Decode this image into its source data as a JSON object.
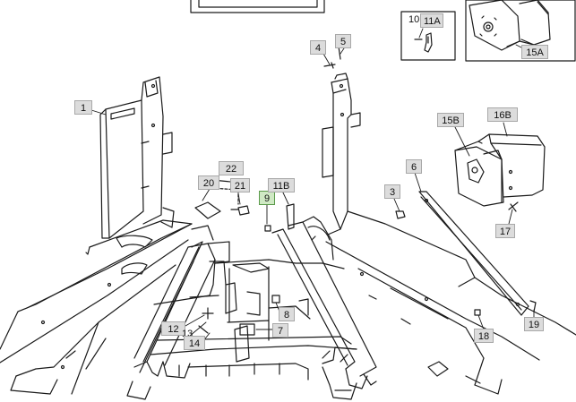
{
  "callouts": [
    {
      "id": "c1",
      "label": "1"
    },
    {
      "id": "c3",
      "label": "3"
    },
    {
      "id": "c4",
      "label": "4"
    },
    {
      "id": "c5",
      "label": "5"
    },
    {
      "id": "c6",
      "label": "6"
    },
    {
      "id": "c7",
      "label": "7"
    },
    {
      "id": "c8",
      "label": "8"
    },
    {
      "id": "c9",
      "label": "9"
    },
    {
      "id": "c10",
      "label": "10"
    },
    {
      "id": "c11A",
      "label": "11A"
    },
    {
      "id": "c11B",
      "label": "11B"
    },
    {
      "id": "c12",
      "label": "12"
    },
    {
      "id": "c13",
      "label": "13"
    },
    {
      "id": "c14",
      "label": "14"
    },
    {
      "id": "c15A",
      "label": "15A"
    },
    {
      "id": "c15B",
      "label": "15B"
    },
    {
      "id": "c16B",
      "label": "16B"
    },
    {
      "id": "c17",
      "label": "17"
    },
    {
      "id": "c18",
      "label": "18"
    },
    {
      "id": "c19",
      "label": "19"
    },
    {
      "id": "c20",
      "label": "20"
    },
    {
      "id": "c21",
      "label": "21"
    },
    {
      "id": "c22",
      "label": "22"
    }
  ],
  "highlighted_callout": "9",
  "colors": {
    "line": "#1a1a1a",
    "callout_bg": "#dcdcdc",
    "highlight_bg": "#cfe9c4"
  }
}
